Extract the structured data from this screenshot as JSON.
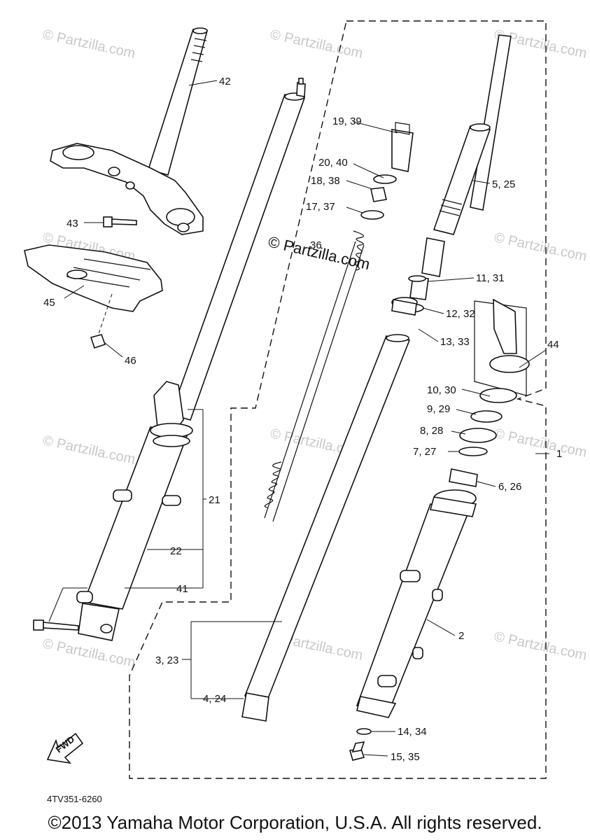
{
  "labels": {
    "l42": "42",
    "l43": "43",
    "l45": "45",
    "l46": "46",
    "l19_39": "19, 39",
    "l20_40": "20, 40",
    "l18_38": "18, 38",
    "l17_37": "17, 37",
    "l36": "36",
    "l5_25": "5, 25",
    "l11_31": "11, 31",
    "l12_32": "12, 32",
    "l13_33": "13, 33",
    "l44": "44",
    "l10_30": "10, 30",
    "l9_29": "9, 29",
    "l8_28": "8, 28",
    "l7_27": "7, 27",
    "l1": "1",
    "l6_26": "6, 26",
    "l21": "21",
    "l22": "22",
    "l41": "41",
    "l2": "2",
    "l3_23": "3, 23",
    "l4_24": "4, 24",
    "l14_34": "14, 34",
    "l15_35": "15, 35"
  },
  "fwd_label": "FWD",
  "diagram_code": "4TV351-6260",
  "watermark_main": "© Partzilla.com",
  "watermark_faint": "© Partzilla.com",
  "copyright": "©2013 Yamaha Motor Corporation, U.S.A. All rights reserved."
}
